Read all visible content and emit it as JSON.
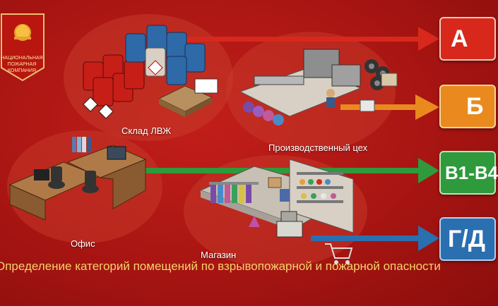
{
  "logo": {
    "line1": "Национальная",
    "line2": "пожарная",
    "line3": "компания"
  },
  "categories": {
    "a": "А",
    "b": "Б",
    "v": "В1-В4",
    "g": "Г/Д"
  },
  "places": {
    "warehouse": "Склад ЛВЖ",
    "workshop": "Производственный цех",
    "office": "Офис",
    "shop": "Магазин"
  },
  "footer": "Определение категорий помещений по взрывопожарной и пожарной опасности",
  "colors": {
    "background": "#b01a16",
    "arrow_a": "#d8281c",
    "arrow_b": "#ea8a1e",
    "arrow_v": "#2e9a3c",
    "arrow_g": "#2a6fb0",
    "footer_text": "#f4d26a"
  }
}
